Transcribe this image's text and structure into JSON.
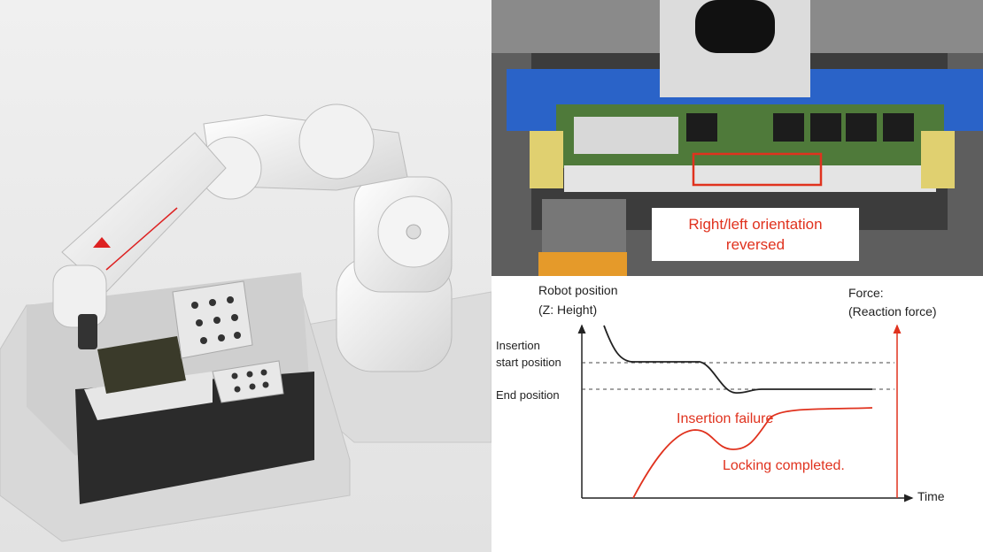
{
  "photo": {
    "callout_line1": "Right/left orientation",
    "callout_line2": "reversed"
  },
  "diagram": {
    "y_axis_label_line1": "Robot position",
    "y_axis_label_line2": "(Z: Height)",
    "force_label_line1": "Force:",
    "force_label_line2": "(Reaction force)",
    "insertion_start_line1": "Insertion",
    "insertion_start_line2": "start position",
    "end_position": "End position",
    "insertion_failure": "Insertion failure",
    "locking_completed": "Locking completed.",
    "x_axis_label": "Time"
  },
  "colors": {
    "accent_red": "#e0321e",
    "blue_fixture": "#2a63c8",
    "pcb_green": "#4f7a3a"
  }
}
